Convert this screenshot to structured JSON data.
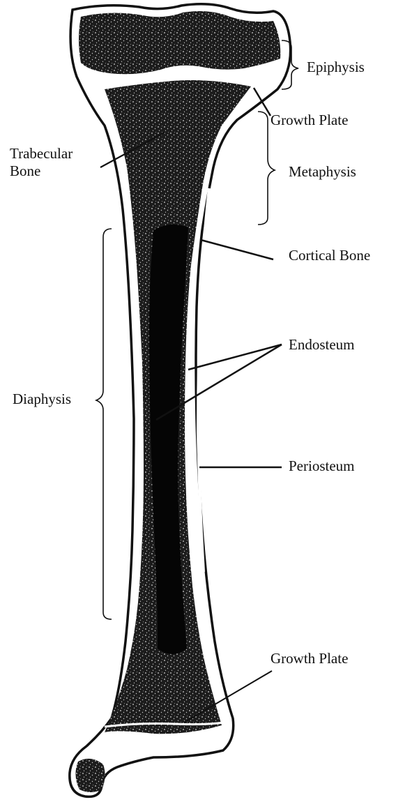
{
  "diagram": {
    "labels": {
      "epiphysis": "Epiphysis",
      "growth_plate_top": "Growth Plate",
      "trabecular_line1": "Trabecular",
      "trabecular_line2": "Bone",
      "metaphysis": "Metaphysis",
      "cortical_bone": "Cortical Bone",
      "endosteum": "Endosteum",
      "diaphysis": "Diaphysis",
      "periosteum": "Periosteum",
      "growth_plate_bottom": "Growth Plate"
    },
    "colors": {
      "ink": "#111111",
      "paper": "#ffffff"
    }
  }
}
